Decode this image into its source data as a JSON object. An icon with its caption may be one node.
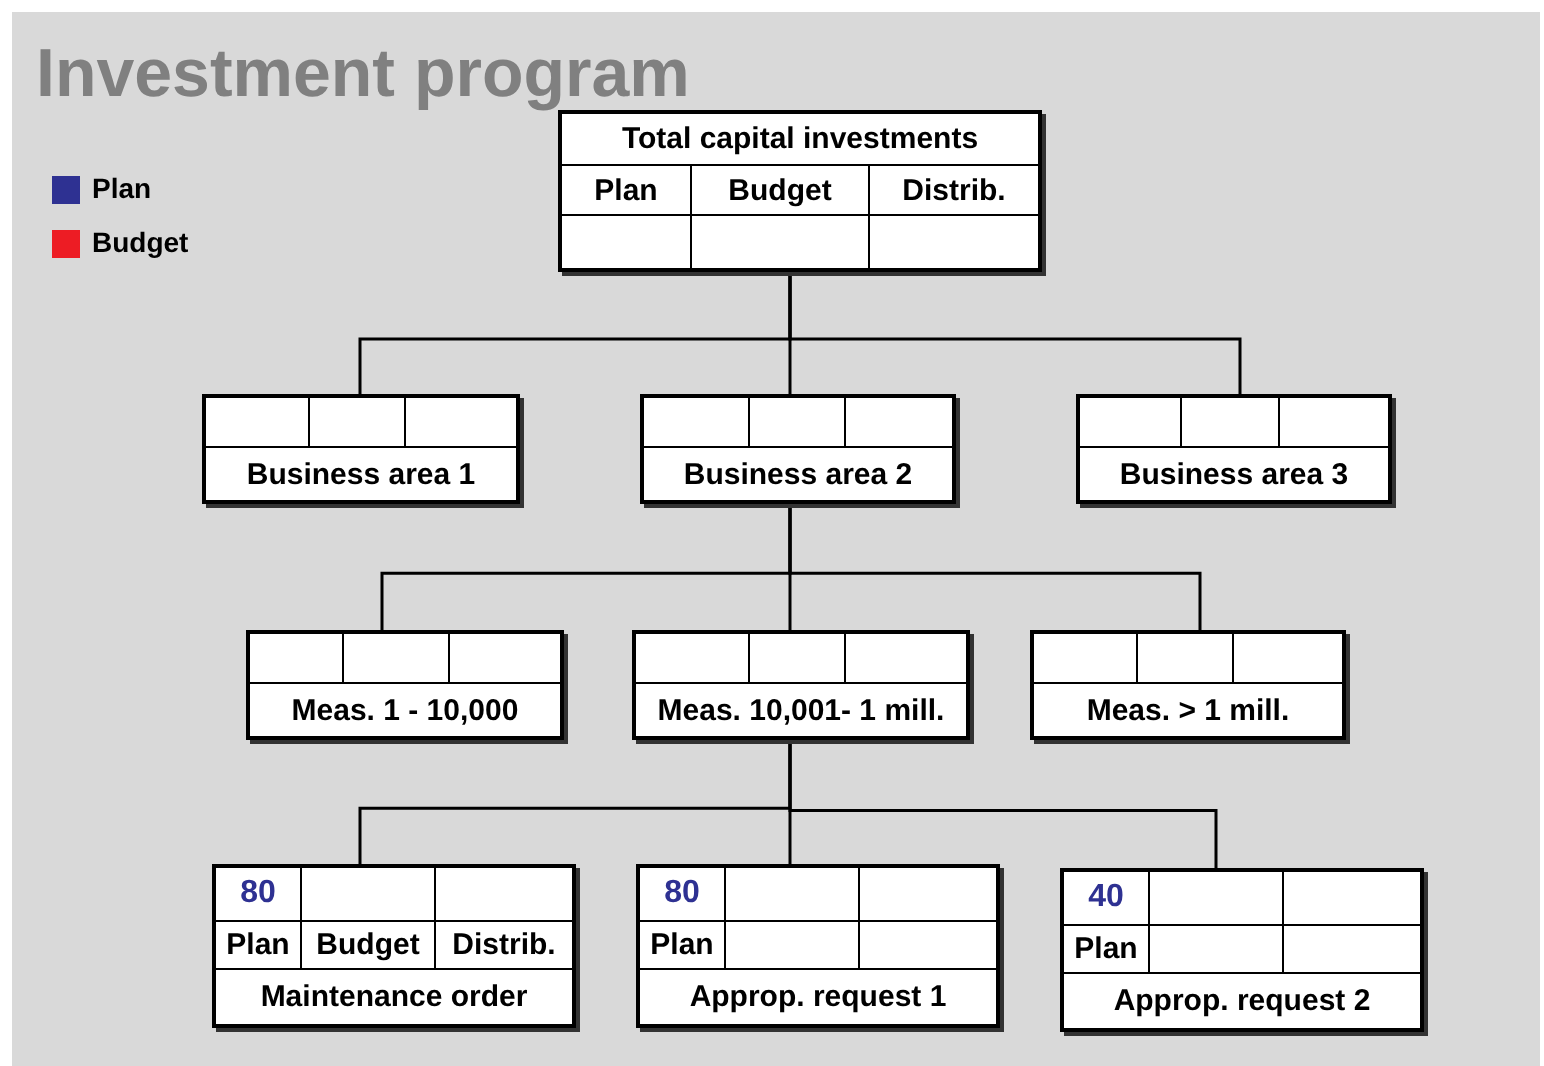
{
  "diagram": {
    "title": "Investment program",
    "nodes": [
      {
        "text": [
          "Total capital investments",
          "Plan",
          "Budget",
          "Distrib."
        ]
      },
      {
        "text": [
          "Business area 1"
        ]
      },
      {
        "text": [
          "Business area 2"
        ]
      },
      {
        "text": [
          "Business area 3"
        ]
      },
      {
        "text": [
          "Meas. 1 - 10,000"
        ]
      },
      {
        "text": [
          "Meas. 10,001- 1 mill."
        ]
      },
      {
        "text": [
          "Meas. > 1 mill."
        ]
      },
      {
        "text": [
          "80",
          "Plan",
          "Budget",
          "Distrib.",
          "Maintenance order"
        ]
      },
      {
        "text": [
          "80",
          "Plan",
          "Approp. request 1"
        ]
      },
      {
        "text": [
          "40",
          "Plan",
          "Approp. request 2"
        ]
      }
    ],
    "edges": [
      {
        "from": 0,
        "to": 1,
        "arrow": "none"
      },
      {
        "from": 0,
        "to": 2,
        "arrow": "none"
      },
      {
        "from": 0,
        "to": 3,
        "arrow": "none"
      },
      {
        "from": 2,
        "to": 4,
        "arrow": "none"
      },
      {
        "from": 2,
        "to": 5,
        "arrow": "none"
      },
      {
        "from": 2,
        "to": 6,
        "arrow": "none"
      },
      {
        "from": 5,
        "to": 7,
        "arrow": "none"
      },
      {
        "from": 5,
        "to": 8,
        "arrow": "none"
      },
      {
        "from": 5,
        "to": 9,
        "arrow": "none"
      }
    ],
    "legend": [
      {
        "text": "Plan",
        "color": "#2e3192"
      },
      {
        "text": "Budget",
        "color": "#ed1c24"
      }
    ]
  }
}
